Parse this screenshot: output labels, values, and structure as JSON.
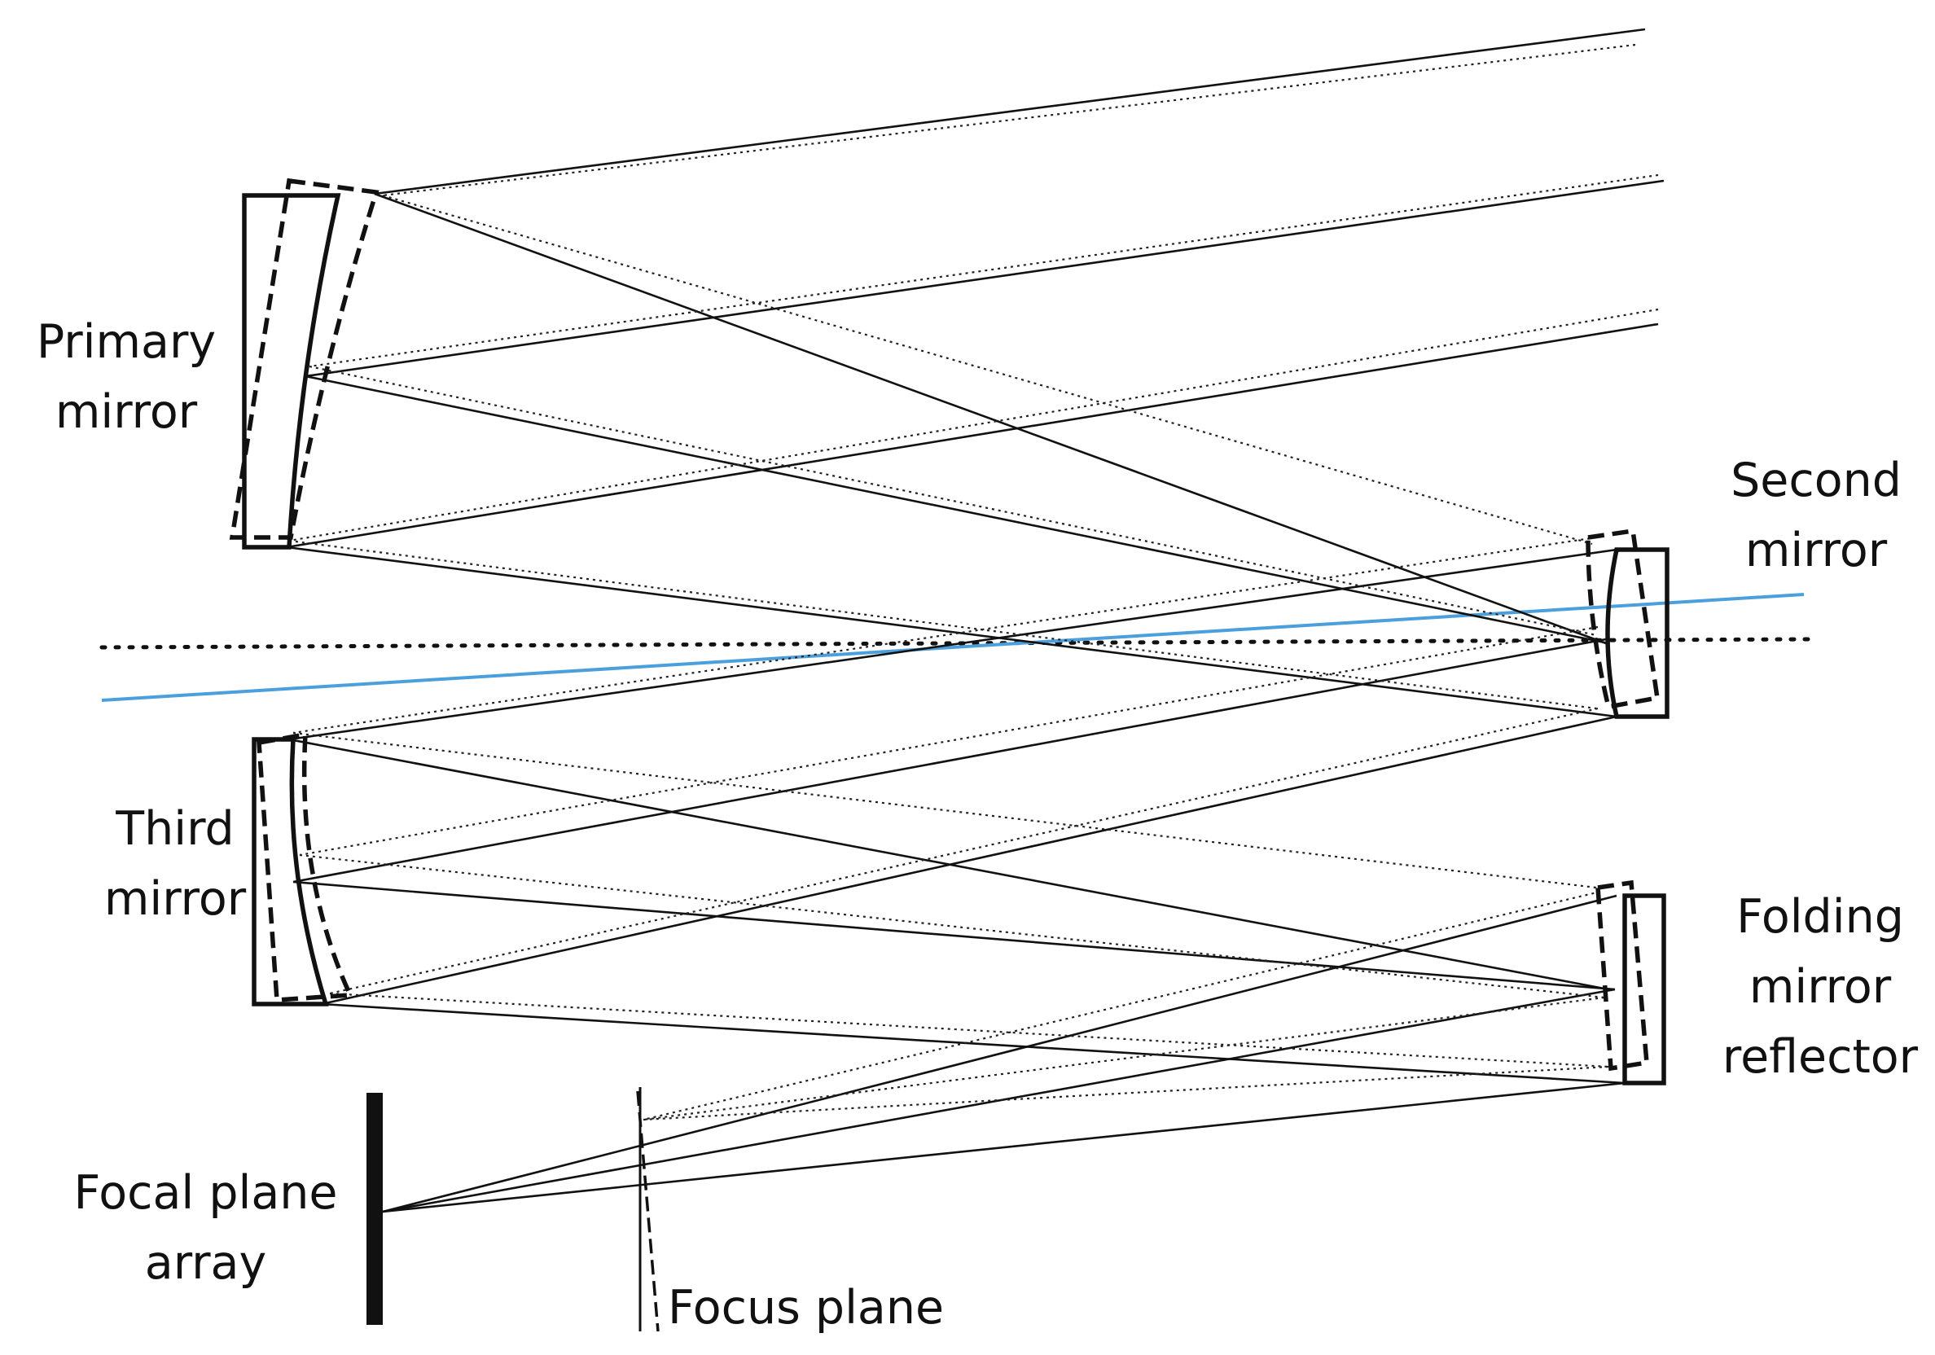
{
  "labels": {
    "primary_line1": "Primary",
    "primary_line2": "mirror",
    "second_line1": "Second",
    "second_line2": "mirror",
    "third_line1": "Third",
    "third_line2": "mirror",
    "folding_line1": "Folding",
    "folding_line2": "mirror",
    "folding_line3": "reflector",
    "fpa_line1": "Focal plane",
    "fpa_line2": "array",
    "focus": "Focus plane"
  },
  "colors": {
    "ink": "#111111",
    "optical_axis_tilted": "#4a9fdc",
    "background": "#ffffff"
  }
}
